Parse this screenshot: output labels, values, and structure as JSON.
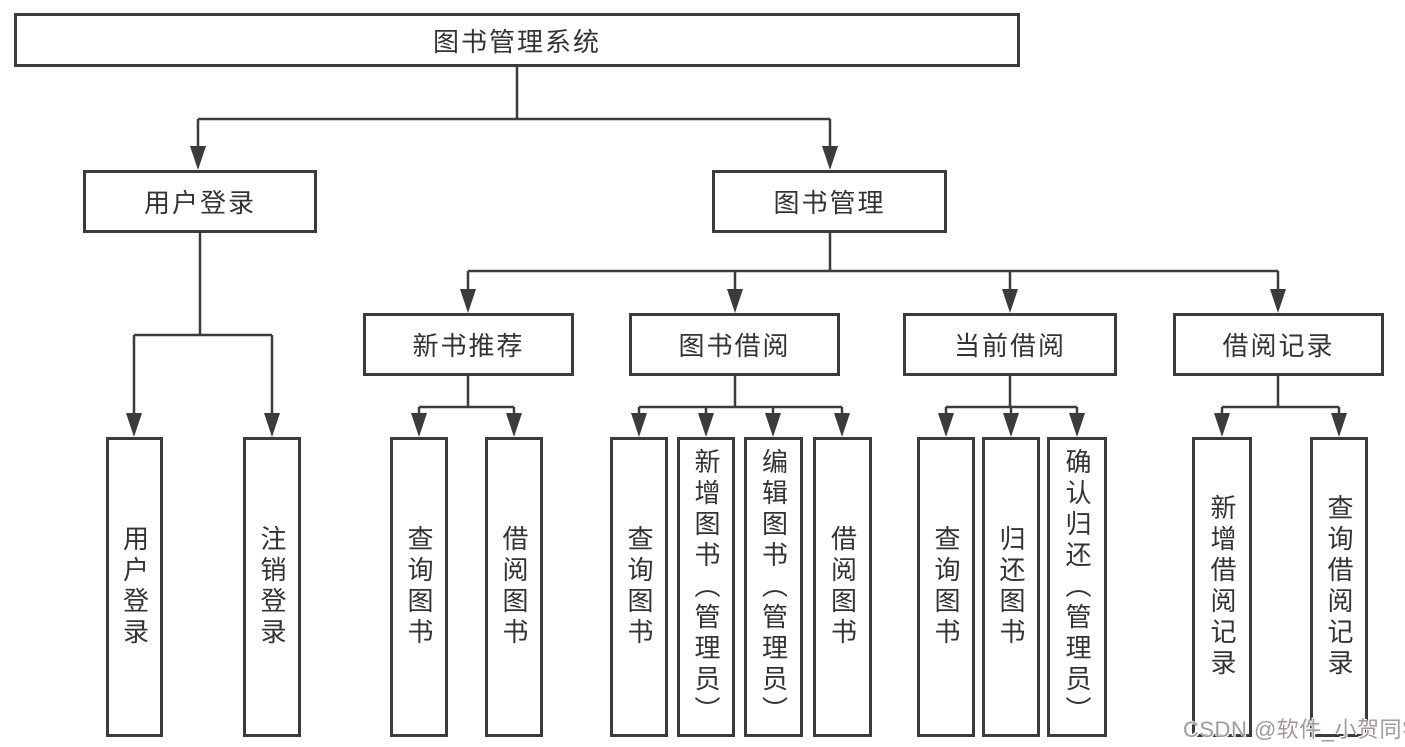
{
  "diagram": {
    "title": "图书管理系统",
    "watermark": "CSDN @软件_小贺同学",
    "colors": {
      "line": "#3b3b3b",
      "box_border": "#3b3b3b",
      "text": "#333333",
      "background": "#ffffff",
      "watermark_text": "#a29a9a"
    },
    "tree": {
      "root": "图书管理系统",
      "children": [
        {
          "label": "用户登录",
          "children": [
            "用户登录",
            "注销登录"
          ]
        },
        {
          "label": "图书管理",
          "children": [
            {
              "label": "新书推荐",
              "children": [
                "查询图书",
                "借阅图书"
              ]
            },
            {
              "label": "图书借阅",
              "children": [
                "查询图书",
                "新增图书（管理员）",
                "编辑图书（管理员）",
                "借阅图书"
              ]
            },
            {
              "label": "当前借阅",
              "children": [
                "查询图书",
                "归还图书",
                "确认归还（管理员）"
              ]
            },
            {
              "label": "借阅记录",
              "children": [
                "新增借阅记录",
                "查询借阅记录"
              ]
            }
          ]
        }
      ]
    }
  }
}
